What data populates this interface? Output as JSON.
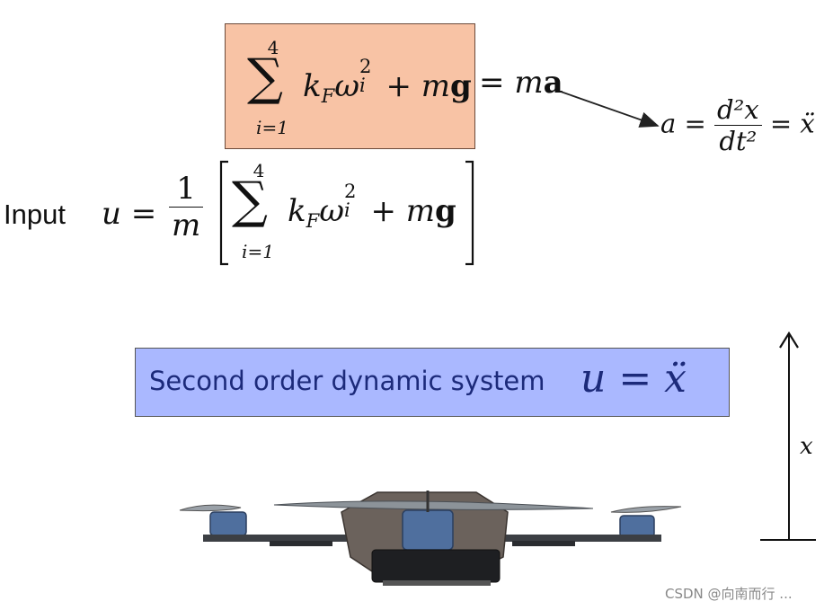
{
  "equation_force": {
    "sum_upper": "4",
    "sum_lower": "i=1",
    "sum_symbol": "∑",
    "k": "k",
    "k_sub": "F",
    "omega": "ω",
    "omega_sub": "i",
    "omega_sup": "2",
    "plus": "+",
    "m": "m",
    "g": "g",
    "equals": "=",
    "rhs_m": "m",
    "rhs_a": "a",
    "box_color": "#f8c3a5"
  },
  "equation_accel": {
    "a": "a",
    "equals1": "=",
    "numerator": "d²x",
    "denominator": "dt²",
    "equals2": "=",
    "xddot": "ẍ"
  },
  "equation_input": {
    "label": "Input",
    "u": "u",
    "equals": "=",
    "frac_num": "1",
    "frac_den": "m",
    "sum_upper": "4",
    "sum_lower": "i=1",
    "sum_symbol": "∑",
    "k": "k",
    "k_sub": "F",
    "omega": "ω",
    "omega_sub": "i",
    "omega_sup": "2",
    "plus": "+",
    "m": "m",
    "g": "g"
  },
  "system_box": {
    "label": "Second order dynamic system",
    "equation": "u = ẍ",
    "box_color": "#aab8ff",
    "text_color": "#1c2a7a"
  },
  "axis": {
    "label": "x"
  },
  "watermark": "CSDN @向南而行 ..."
}
